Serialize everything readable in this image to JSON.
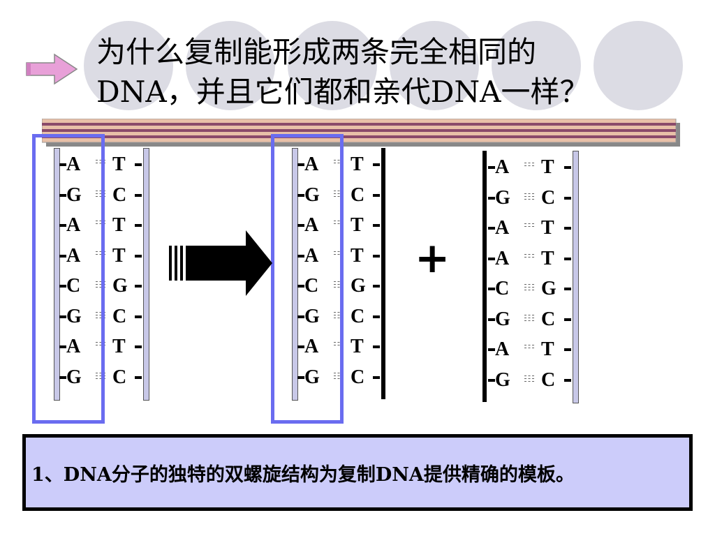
{
  "title": {
    "line1": "为什么复制能形成两条完全相同的",
    "line2": "DNA，并且它们都和亲代DNA一样？"
  },
  "plus_sign": "+",
  "caption": "1、DNA分子的独特的双螺旋结构为复制DNA提供精确的模板。",
  "icons": [
    "pink-arrow-icon",
    "block-arrow-icon"
  ],
  "colors": {
    "highlight_box": "#6a6cf0",
    "caption_background": "#ccccfa",
    "template_strand": "#c8c8e8",
    "new_strand": "#000000"
  },
  "base_pairs": [
    [
      "A",
      "T"
    ],
    [
      "G",
      "C"
    ],
    [
      "A",
      "T"
    ],
    [
      "A",
      "T"
    ],
    [
      "C",
      "G"
    ],
    [
      "G",
      "C"
    ],
    [
      "A",
      "T"
    ],
    [
      "G",
      "C"
    ]
  ],
  "diagrams": [
    {
      "name": "parent-dna",
      "left_strand": "template",
      "right_strand": "template"
    },
    {
      "name": "daughter-dna-1",
      "left_strand": "template",
      "right_strand": "new"
    },
    {
      "name": "daughter-dna-2",
      "left_strand": "new",
      "right_strand": "template"
    }
  ]
}
